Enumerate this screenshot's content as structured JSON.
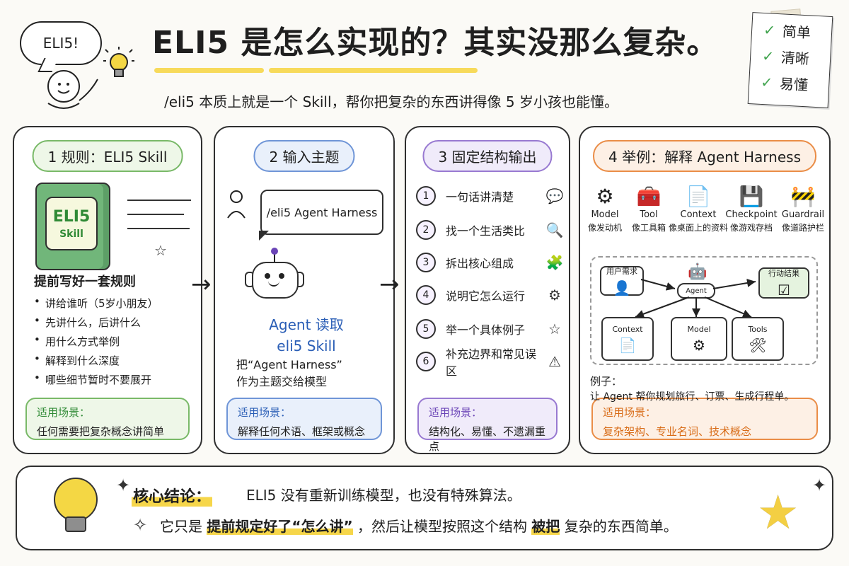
{
  "header": {
    "title": "ELI5 是怎么实现的？其实没那么复杂。",
    "subtitle": "/eli5 本质上就是一个 Skill，帮你把复杂的东西讲得像 5 岁小孩也能懂。",
    "speech": "ELI5!",
    "checklist": [
      "简单",
      "清晰",
      "易懂"
    ]
  },
  "panels": [
    {
      "title": "1 规则：ELI5 Skill",
      "book_title": "ELI5",
      "book_subtitle": "Skill",
      "heading": "提前写好一套规则",
      "items": [
        "讲给谁听（5岁小朋友）",
        "先讲什么，后讲什么",
        "用什么方式举例",
        "解释到什么深度",
        "哪些细节暂时不要展开"
      ],
      "scene_title": "适用场景：",
      "scene_text": "任何需要把复杂概念讲简单"
    },
    {
      "title": "2 输入主题",
      "bubble": "/eli5 Agent Harness",
      "agent_line1": "Agent 读取",
      "agent_line2": "eli5 Skill",
      "note_line1": "把“Agent Harness”",
      "note_line2": "作为主题交给模型",
      "scene_title": "适用场景：",
      "scene_text": "解释任何术语、框架或概念"
    },
    {
      "title": "3 固定结构输出",
      "steps": [
        {
          "no": "1",
          "text": "一句话讲清楚",
          "icon": "chat-icon"
        },
        {
          "no": "2",
          "text": "找一个生活类比",
          "icon": "search-icon"
        },
        {
          "no": "3",
          "text": "拆出核心组成",
          "icon": "puzzle-icon"
        },
        {
          "no": "4",
          "text": "说明它怎么运行",
          "icon": "gear-icon"
        },
        {
          "no": "5",
          "text": "举一个具体例子",
          "icon": "star-icon"
        },
        {
          "no": "6",
          "text": "补充边界和常见误区",
          "icon": "warning-icon"
        }
      ],
      "scene_title": "适用场景：",
      "scene_text": "结构化、易懂、不遗漏重点"
    },
    {
      "title": "4 举例：解释 Agent Harness",
      "tools": [
        {
          "name": "Model",
          "desc": "像发动机",
          "icon": "engine-icon"
        },
        {
          "name": "Tool",
          "desc": "像工具箱",
          "icon": "toolbox-icon"
        },
        {
          "name": "Context",
          "desc": "像桌面上的资料",
          "icon": "document-icon"
        },
        {
          "name": "Checkpoint",
          "desc": "像游戏存档",
          "icon": "save-icon"
        },
        {
          "name": "Guardrail",
          "desc": "像道路护栏",
          "icon": "barrier-icon"
        }
      ],
      "diagram": {
        "user": "用户需求",
        "agent": "Agent",
        "result": "行动结果",
        "context": "Context",
        "model": "Model",
        "tools": "Tools"
      },
      "example_label": "例子：",
      "example_text": "让 Agent 帮你规划旅行、订票、生成行程单。",
      "scene_title": "适用场景：",
      "scene_text": "复杂架构、专业名词、技术概念"
    }
  ],
  "bottom": {
    "label": "核心结论：",
    "line1": "ELI5 没有重新训练模型，也没有特殊算法。",
    "line2_a": "它只是",
    "line2_hl1": "提前规定好了“怎么讲”",
    "line2_b": "，然后让模型按照这个结构",
    "line2_hl2": "被把",
    "line2_c": "复杂的东西简单。"
  }
}
